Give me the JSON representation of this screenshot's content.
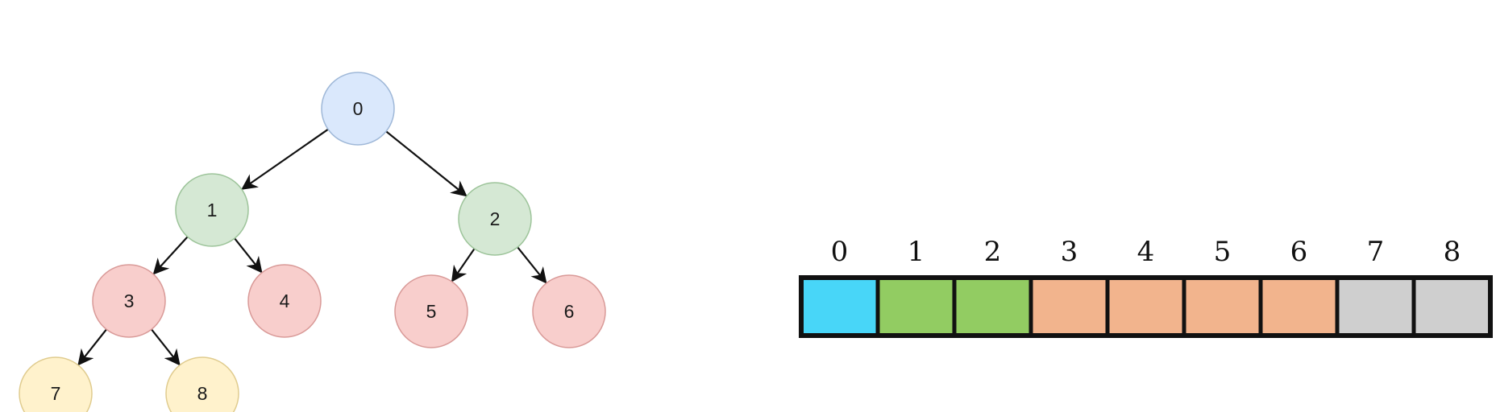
{
  "tree": {
    "nodes": [
      {
        "id": "0",
        "label": "0",
        "level": "root"
      },
      {
        "id": "1",
        "label": "1",
        "level": "inner"
      },
      {
        "id": "2",
        "label": "2",
        "level": "inner"
      },
      {
        "id": "3",
        "label": "3",
        "level": "leaf-parent"
      },
      {
        "id": "4",
        "label": "4",
        "level": "leaf-parent"
      },
      {
        "id": "5",
        "label": "5",
        "level": "leaf-parent"
      },
      {
        "id": "6",
        "label": "6",
        "level": "leaf-parent"
      },
      {
        "id": "7",
        "label": "7",
        "level": "leaf"
      },
      {
        "id": "8",
        "label": "8",
        "level": "leaf"
      }
    ],
    "edges": [
      {
        "from": "0",
        "to": "1"
      },
      {
        "from": "0",
        "to": "2"
      },
      {
        "from": "1",
        "to": "3"
      },
      {
        "from": "1",
        "to": "4"
      },
      {
        "from": "2",
        "to": "5"
      },
      {
        "from": "2",
        "to": "6"
      },
      {
        "from": "3",
        "to": "7"
      },
      {
        "from": "3",
        "to": "8"
      }
    ]
  },
  "array": {
    "indices": [
      "0",
      "1",
      "2",
      "3",
      "4",
      "5",
      "6",
      "7",
      "8"
    ],
    "cell_levels": [
      "root",
      "inner",
      "inner",
      "leaf-parent",
      "leaf-parent",
      "leaf-parent",
      "leaf-parent",
      "leaf",
      "leaf"
    ]
  },
  "colors": {
    "root": {
      "fill": "#dae8fc",
      "stroke": "#9fb8d8"
    },
    "inner": {
      "fill": "#d5e8d4",
      "stroke": "#9dc49a"
    },
    "leaf-parent": {
      "fill": "#f8cecc",
      "stroke": "#d99a98"
    },
    "leaf": {
      "fill": "#fff2cc",
      "stroke": "#e0cc8f"
    },
    "array_cells": {
      "root": "#48d6f8",
      "inner": "#92cc62",
      "leaf-parent": "#f2b48d",
      "leaf": "#cfcfcf"
    },
    "edge": "#111111",
    "array_border": "#111111"
  }
}
